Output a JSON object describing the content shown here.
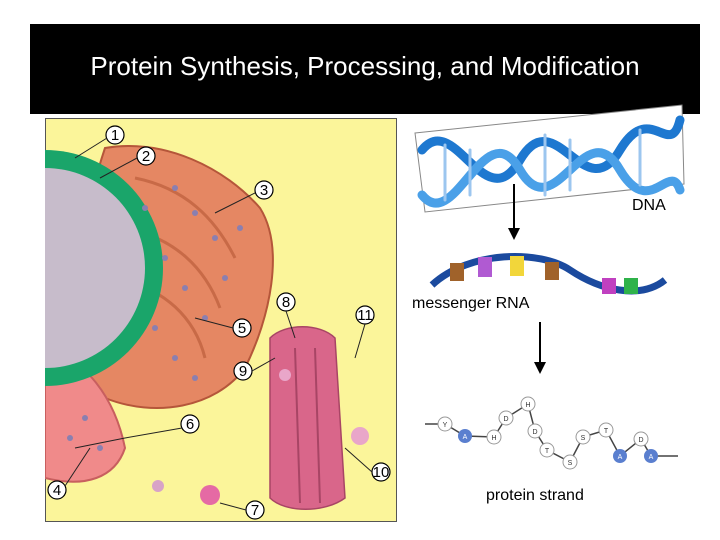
{
  "title": "Protein Synthesis, Processing, and Modification",
  "labels": {
    "dna": "DNA",
    "mrna": "messenger RNA",
    "protein": "protein strand"
  },
  "callouts": [
    "1",
    "2",
    "3",
    "4",
    "5",
    "6",
    "7",
    "8",
    "9",
    "10",
    "11"
  ],
  "protein_beads": [
    "Y",
    "A",
    "H",
    "D",
    "H",
    "D",
    "T",
    "S",
    "S",
    "T",
    "A",
    "D",
    "A"
  ],
  "colors": {
    "cell_background": "#fbf59a",
    "nucleus_envelope": "#1aa56a",
    "nucleoplasm": "#c7bccb",
    "rough_er": "#e58763",
    "golgi": "#d9668a",
    "dna_helix": "#1e78d0",
    "protein_bead": "#5a7fcf"
  }
}
